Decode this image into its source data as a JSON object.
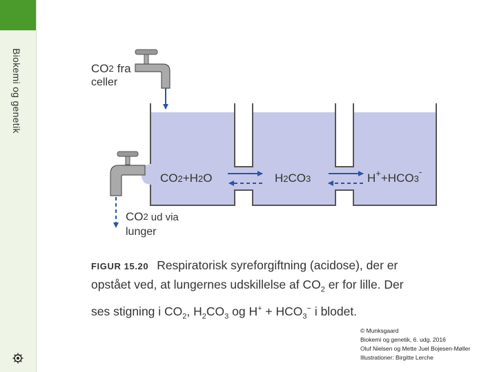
{
  "sidebar": {
    "title": "Biokemi og genetik"
  },
  "diagram": {
    "inflow_label_1": "CO",
    "inflow_label_sub": "2",
    "inflow_label_2": "fra",
    "inflow_label_3": "celler",
    "outflow_label_1": "CO",
    "outflow_label_sub": "2",
    "outflow_label_2": "ud via",
    "outflow_label_3": "lunger",
    "chamber_1": {
      "a": "CO",
      "a_sub": "2",
      "b": "+H",
      "b_sub": "2",
      "c": "O"
    },
    "chamber_2": {
      "a": "H",
      "a_sub": "2",
      "b": "CO",
      "b_sub": "3"
    },
    "chamber_3": {
      "a": "H",
      "a_sup": "+",
      "b": "+HCO",
      "b_sub": "3",
      "b_sup": "-"
    }
  },
  "caption": {
    "figure_label": "FIGUR 15.20",
    "line1": "Respiratorisk syreforgiftning (acidose), der er",
    "line2_a": "opstået ved, at lungernes udskillelse af CO",
    "line2_sub": "2",
    "line2_b": " er for lille. Der",
    "line3_a": "ses stigning i CO",
    "line3_sub1": "2",
    "line3_b": ", H",
    "line3_sub2": "2",
    "line3_c": "CO",
    "line3_sub3": "3",
    "line3_d": " og H",
    "line3_sup1": "+",
    "line3_e": " + HCO",
    "line3_sub4": "3",
    "line3_sup2": "−",
    "line3_f": " i blodet."
  },
  "copyright": {
    "line1": "© Munksgaard",
    "line2": "Biokemi og genetik, 6. udg. 2016",
    "line3": "Oluf Nielsen og Mette Juel Bojesen-Møller",
    "line4": "Illustrationer: Birgitte Lerche"
  },
  "colors": {
    "water": "#c5c8e8",
    "arrow": "#2a54a6",
    "accent": "#4a9a2c",
    "outline": "#555555"
  }
}
